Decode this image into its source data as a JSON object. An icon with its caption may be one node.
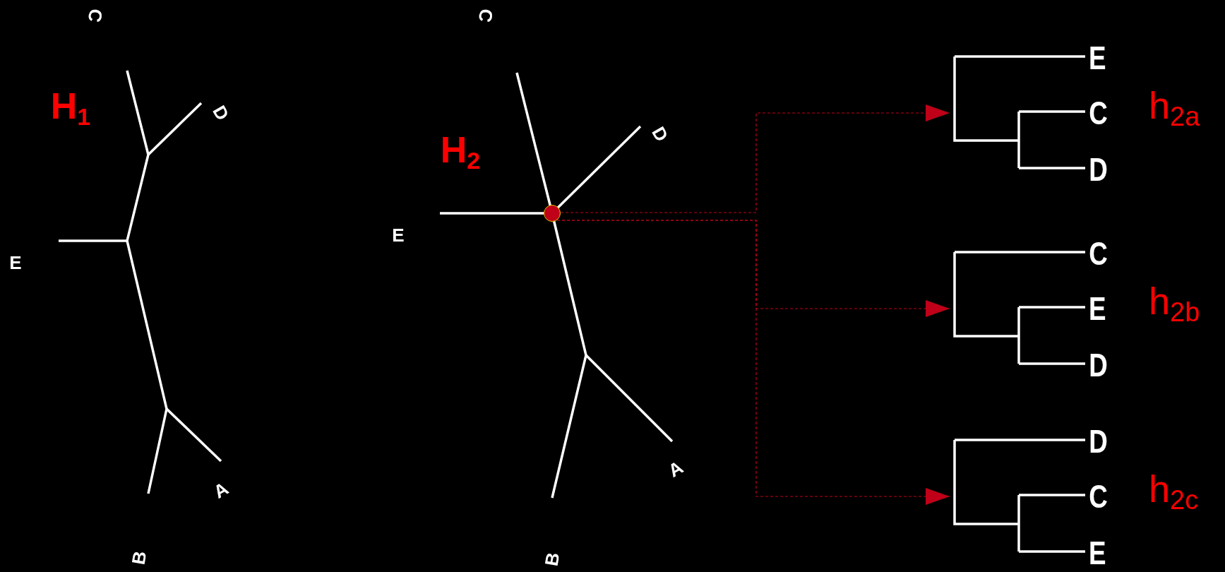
{
  "diagram": {
    "nodes": [
      {
        "text": [],
        "shape": "circle"
      },
      {
        "text": [
          "E",
          "C",
          "D"
        ],
        "beside": [
          "h$_{2a}$"
        ]
      },
      {
        "text": [
          "C",
          "E",
          "D"
        ],
        "beside": [
          "h$_{2b}$"
        ]
      },
      {
        "text": [
          "D",
          "C",
          "E"
        ],
        "beside": [
          "h$_{2c}$"
        ]
      }
    ],
    "edges": [
      {
        "from": 0,
        "to": 1,
        "arrow": "to",
        "style": "dashed",
        "color": "#c00018"
      },
      {
        "from": 0,
        "to": 2,
        "arrow": "to",
        "style": "dashed",
        "color": "#c00018"
      },
      {
        "from": 0,
        "to": 3,
        "arrow": "to",
        "style": "dashed",
        "color": "#c00018"
      }
    ],
    "labels": [
      "C",
      "H$_{1}$",
      "D",
      "E",
      "A",
      "B",
      "C",
      "H$_{2}$",
      "D",
      "E",
      "A",
      "B"
    ]
  }
}
